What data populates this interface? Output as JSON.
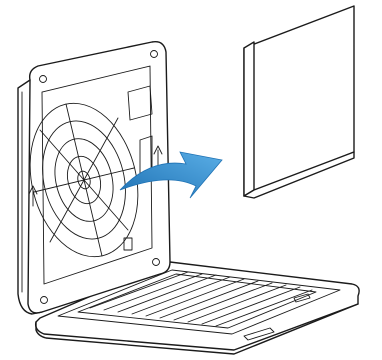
{
  "figure": {
    "components": [
      "fan-housing-frame",
      "fan-grille",
      "hinged-cover",
      "filter-mat",
      "removal-arrow"
    ],
    "colors": {
      "outline": "#1b1b1b",
      "background": "#ffffff",
      "arrow_light": "#5aaee6",
      "arrow_dark": "#1f72b4"
    },
    "icons": [
      "airflow-arrow-icon",
      "airflow-arrow-icon",
      "removal-arrow-icon"
    ]
  }
}
